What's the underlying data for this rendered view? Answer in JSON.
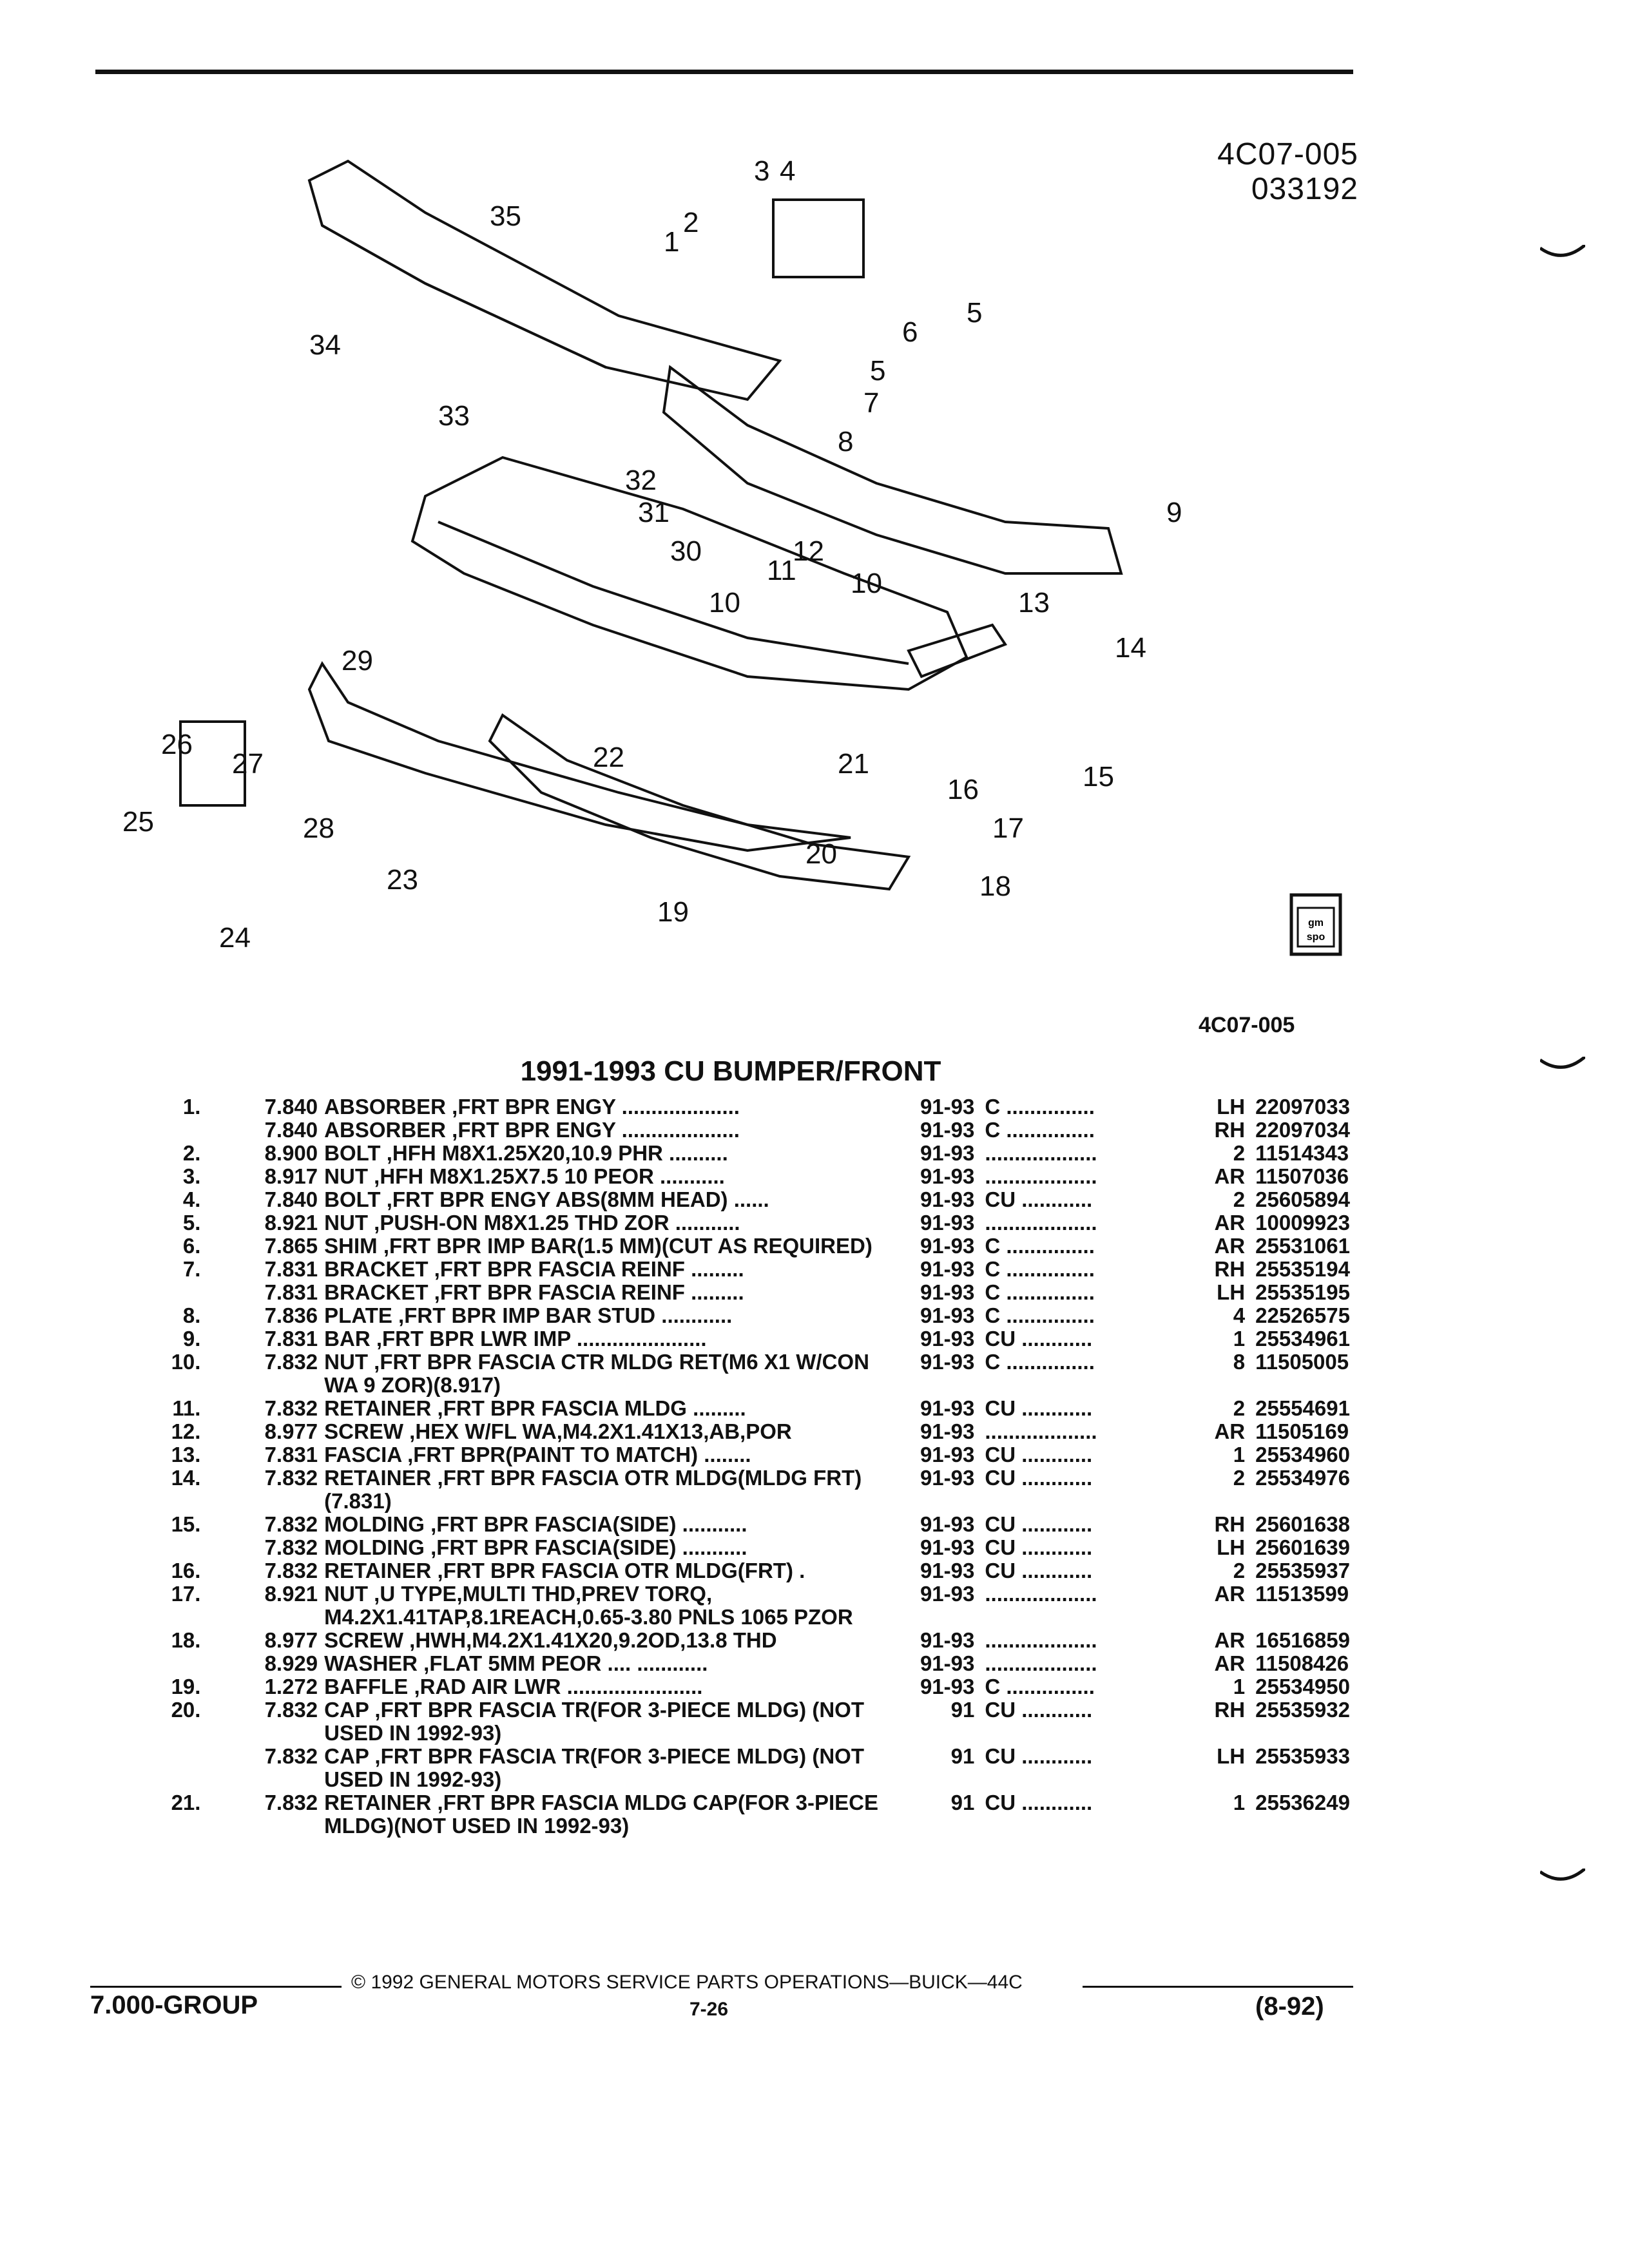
{
  "header": {
    "diagram_id": "4C07-005",
    "diagram_date": "033192"
  },
  "figure": {
    "id": "4C07-005",
    "callouts": [
      "1",
      "2",
      "3",
      "4",
      "5",
      "5",
      "6",
      "7",
      "8",
      "9",
      "10",
      "10",
      "11",
      "12",
      "13",
      "14",
      "15",
      "16",
      "17",
      "18",
      "19",
      "20",
      "21",
      "22",
      "23",
      "24",
      "25",
      "26",
      "27",
      "28",
      "29",
      "30",
      "31",
      "32",
      "33",
      "34",
      "35"
    ],
    "logo_text": "gm spo"
  },
  "section": {
    "title": "1991-1993 CU BUMPER/FRONT"
  },
  "parts": [
    {
      "num": "1.",
      "group": "7.840",
      "desc": "ABSORBER ,FRT BPR ENGY ....................",
      "years": "91-93",
      "series": "C ...............",
      "qty": "LH",
      "part": "22097033"
    },
    {
      "num": "",
      "group": "7.840",
      "desc": "ABSORBER ,FRT BPR ENGY ....................",
      "years": "91-93",
      "series": "C ...............",
      "qty": "RH",
      "part": "22097034"
    },
    {
      "num": "2.",
      "group": "8.900",
      "desc": "BOLT ,HFH M8X1.25X20,10.9 PHR ..........",
      "years": "91-93",
      "series": "...................",
      "qty": "2",
      "part": "11514343"
    },
    {
      "num": "3.",
      "group": "8.917",
      "desc": "NUT ,HFH M8X1.25X7.5 10 PEOR ...........",
      "years": "91-93",
      "series": "...................",
      "qty": "AR",
      "part": "11507036"
    },
    {
      "num": "4.",
      "group": "7.840",
      "desc": "BOLT ,FRT BPR ENGY ABS(8MM HEAD) ......",
      "years": "91-93",
      "series": "CU ............",
      "qty": "2",
      "part": "25605894"
    },
    {
      "num": "5.",
      "group": "8.921",
      "desc": "NUT ,PUSH-ON M8X1.25 THD ZOR ...........",
      "years": "91-93",
      "series": "...................",
      "qty": "AR",
      "part": "10009923"
    },
    {
      "num": "6.",
      "group": "7.865",
      "desc": "SHIM ,FRT BPR IMP BAR(1.5 MM)(CUT AS REQUIRED)",
      "years": "91-93",
      "series": "C ...............",
      "qty": "AR",
      "part": "25531061"
    },
    {
      "num": "7.",
      "group": "7.831",
      "desc": "BRACKET ,FRT BPR FASCIA REINF .........",
      "years": "91-93",
      "series": "C ...............",
      "qty": "RH",
      "part": "25535194"
    },
    {
      "num": "",
      "group": "7.831",
      "desc": "BRACKET ,FRT BPR FASCIA REINF .........",
      "years": "91-93",
      "series": "C ...............",
      "qty": "LH",
      "part": "25535195"
    },
    {
      "num": "8.",
      "group": "7.836",
      "desc": "PLATE ,FRT BPR IMP BAR STUD ............",
      "years": "91-93",
      "series": "C ...............",
      "qty": "4",
      "part": "22526575"
    },
    {
      "num": "9.",
      "group": "7.831",
      "desc": "BAR ,FRT BPR LWR IMP ......................",
      "years": "91-93",
      "series": "CU ............",
      "qty": "1",
      "part": "25534961"
    },
    {
      "num": "10.",
      "group": "7.832",
      "desc": "NUT ,FRT BPR FASCIA CTR MLDG RET(M6 X1 W/CON WA 9 ZOR)(8.917)",
      "years": "91-93",
      "series": "C ...............",
      "qty": "8",
      "part": "11505005"
    },
    {
      "num": "11.",
      "group": "7.832",
      "desc": "RETAINER ,FRT BPR FASCIA MLDG .........",
      "years": "91-93",
      "series": "CU ............",
      "qty": "2",
      "part": "25554691"
    },
    {
      "num": "12.",
      "group": "8.977",
      "desc": "SCREW ,HEX W/FL WA,M4.2X1.41X13,AB,POR",
      "years": "91-93",
      "series": "...................",
      "qty": "AR",
      "part": "11505169"
    },
    {
      "num": "13.",
      "group": "7.831",
      "desc": "FASCIA ,FRT BPR(PAINT TO MATCH) ........",
      "years": "91-93",
      "series": "CU ............",
      "qty": "1",
      "part": "25534960"
    },
    {
      "num": "14.",
      "group": "7.832",
      "desc": "RETAINER ,FRT BPR FASCIA OTR MLDG(MLDG FRT)(7.831)",
      "years": "91-93",
      "series": "CU ............",
      "qty": "2",
      "part": "25534976"
    },
    {
      "num": "15.",
      "group": "7.832",
      "desc": "MOLDING ,FRT BPR FASCIA(SIDE) ...........",
      "years": "91-93",
      "series": "CU ............",
      "qty": "RH",
      "part": "25601638"
    },
    {
      "num": "",
      "group": "7.832",
      "desc": "MOLDING ,FRT BPR FASCIA(SIDE) ...........",
      "years": "91-93",
      "series": "CU ............",
      "qty": "LH",
      "part": "25601639"
    },
    {
      "num": "16.",
      "group": "7.832",
      "desc": "RETAINER ,FRT BPR FASCIA OTR MLDG(FRT) .",
      "years": "91-93",
      "series": "CU ............",
      "qty": "2",
      "part": "25535937"
    },
    {
      "num": "17.",
      "group": "8.921",
      "desc": "NUT ,U TYPE,MULTI THD,PREV TORQ, M4.2X1.41TAP,8.1REACH,0.65-3.80 PNLS 1065 PZOR",
      "years": "91-93",
      "series": "...................",
      "qty": "AR",
      "part": "11513599"
    },
    {
      "num": "18.",
      "group": "8.977",
      "desc": "SCREW ,HWH,M4.2X1.41X20,9.2OD,13.8 THD",
      "years": "91-93",
      "series": "...................",
      "qty": "AR",
      "part": "16516859"
    },
    {
      "num": "",
      "group": "8.929",
      "desc": "WASHER ,FLAT 5MM PEOR .... ............",
      "years": "91-93",
      "series": "...................",
      "qty": "AR",
      "part": "11508426"
    },
    {
      "num": "19.",
      "group": "1.272",
      "desc": "BAFFLE ,RAD AIR LWR .......................",
      "years": "91-93",
      "series": "C ...............",
      "qty": "1",
      "part": "25534950"
    },
    {
      "num": "20.",
      "group": "7.832",
      "desc": "CAP ,FRT BPR FASCIA TR(FOR 3-PIECE MLDG) (NOT USED IN 1992-93)",
      "years": "91",
      "series": "CU ............",
      "qty": "RH",
      "part": "25535932"
    },
    {
      "num": "",
      "group": "7.832",
      "desc": "CAP ,FRT BPR FASCIA TR(FOR 3-PIECE MLDG) (NOT USED IN 1992-93)",
      "years": "91",
      "series": "CU ............",
      "qty": "LH",
      "part": "25535933"
    },
    {
      "num": "21.",
      "group": "7.832",
      "desc": "RETAINER ,FRT BPR FASCIA MLDG CAP(FOR 3-PIECE MLDG)(NOT USED IN 1992-93)",
      "years": "91",
      "series": "CU ............",
      "qty": "1",
      "part": "25536249"
    }
  ],
  "footer": {
    "copyright": "© 1992 GENERAL MOTORS SERVICE PARTS OPERATIONS—BUICK—44C",
    "group": "7.000-GROUP",
    "page": "7-26",
    "date": "(8-92)"
  }
}
